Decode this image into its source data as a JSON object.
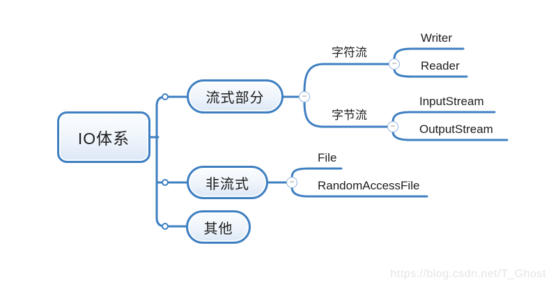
{
  "colors": {
    "line": "#3e7fc1",
    "node_border": "#3e7fc1",
    "node_fill_top": "#fbfdff",
    "node_fill_bottom": "#dce8f6",
    "text": "#1c1c1c",
    "collapse_border": "#8fb2dc",
    "collapse_glyph_color": "#8c8c8c",
    "watermark": "#e5e5e5"
  },
  "ui": {
    "collapse_glyph": "−"
  },
  "watermark": "https://blog.csdn.net/T_Ghost",
  "mindmap": {
    "root": {
      "label": "IO体系"
    },
    "branches": [
      {
        "label": "流式部分",
        "children": [
          {
            "label": "字符流",
            "children": [
              {
                "label": "Writer"
              },
              {
                "label": "Reader"
              }
            ]
          },
          {
            "label": "字节流",
            "children": [
              {
                "label": "InputStream"
              },
              {
                "label": "OutputStream"
              }
            ]
          }
        ]
      },
      {
        "label": "非流式",
        "children": [
          {
            "label": "File"
          },
          {
            "label": "RandomAccessFile"
          }
        ]
      },
      {
        "label": "其他",
        "children": []
      }
    ]
  }
}
